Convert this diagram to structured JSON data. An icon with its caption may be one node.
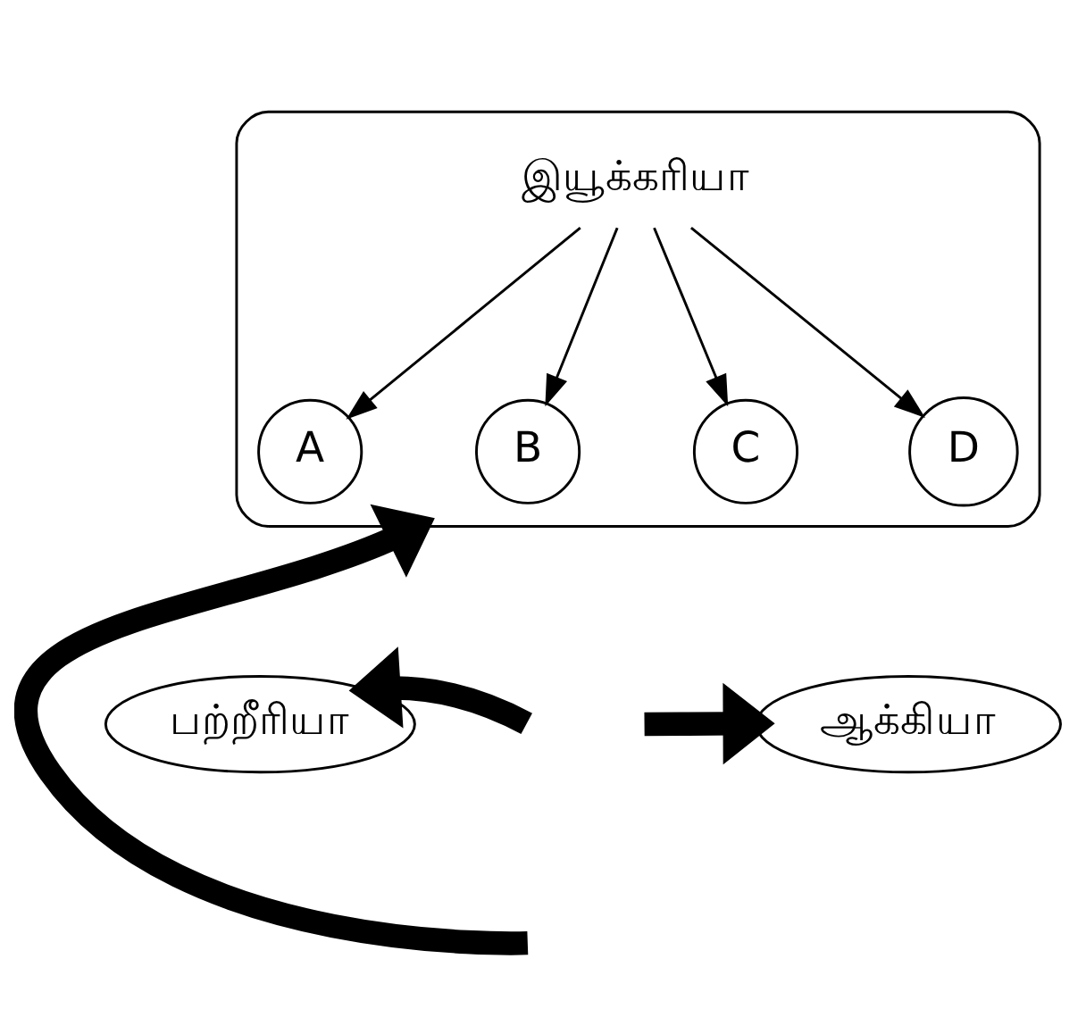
{
  "diagram": {
    "nodes": [
      {
        "text": [],
        "shape": "ellipse"
      },
      {
        "text": [
          "இயூக்கரியா"
        ],
        "in": 0
      },
      {
        "text": [
          "A"
        ],
        "in": 0
      },
      {
        "text": [
          "B"
        ],
        "in": 0
      },
      {
        "text": [
          "C"
        ],
        "in": 0
      },
      {
        "text": [
          "D"
        ],
        "in": 0
      },
      {
        "text": [
          "பற்றீரியா"
        ]
      },
      {
        "text": [
          "ஆக்கியா"
        ]
      }
    ],
    "edges": [
      {
        "from": 1,
        "to": 2,
        "arrow": "to"
      },
      {
        "from": 1,
        "to": 3,
        "arrow": "to"
      },
      {
        "from": 1,
        "to": 4,
        "arrow": "to"
      },
      {
        "from": 1,
        "to": 5,
        "arrow": "to"
      },
      {
        "from": null,
        "to": 0,
        "arrow": "to",
        "style": "thick"
      },
      {
        "from": null,
        "to": 6,
        "arrow": "to",
        "style": "thick"
      },
      {
        "from": null,
        "to": 7,
        "arrow": "to",
        "style": "thick"
      }
    ]
  }
}
